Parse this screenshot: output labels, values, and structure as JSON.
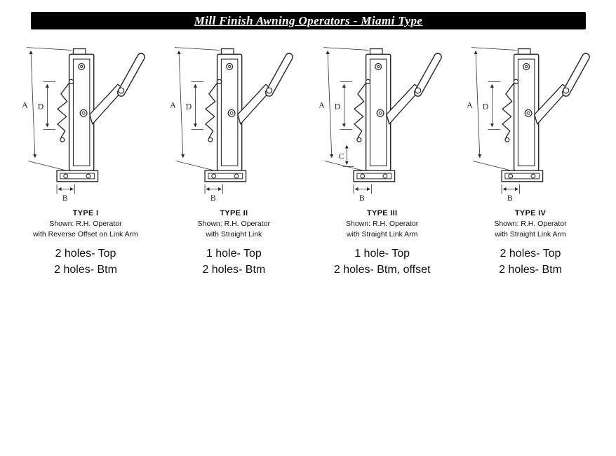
{
  "header": {
    "title": "Mill Finish Awning Operators - Miami Type",
    "bar_color": "#000000",
    "text_color": "#ffffff"
  },
  "dim_labels": {
    "a": "A",
    "d": "D",
    "b": "B",
    "c": "C"
  },
  "products": [
    {
      "type_label": "TYPE I",
      "shown_line1": "Shown: R.H. Operator",
      "shown_line2": "with Reverse Offset on Link Arm",
      "holes_top": "2 holes- Top",
      "holes_btm": "2 holes- Btm"
    },
    {
      "type_label": "TYPE II",
      "shown_line1": "Shown: R.H. Operator",
      "shown_line2": "with Straight Link",
      "holes_top": "1 hole- Top",
      "holes_btm": "2 holes- Btm"
    },
    {
      "type_label": "TYPE III",
      "shown_line1": "Shown: R.H. Operator",
      "shown_line2": "with Straight Link Arm",
      "holes_top": "1 hole- Top",
      "holes_btm": "2 holes- Btm, offset"
    },
    {
      "type_label": "TYPE IV",
      "shown_line1": "Shown: R.H. Operator",
      "shown_line2": "with Straight Link Arm",
      "holes_top": "2 holes- Top",
      "holes_btm": "2 holes- Btm"
    }
  ]
}
